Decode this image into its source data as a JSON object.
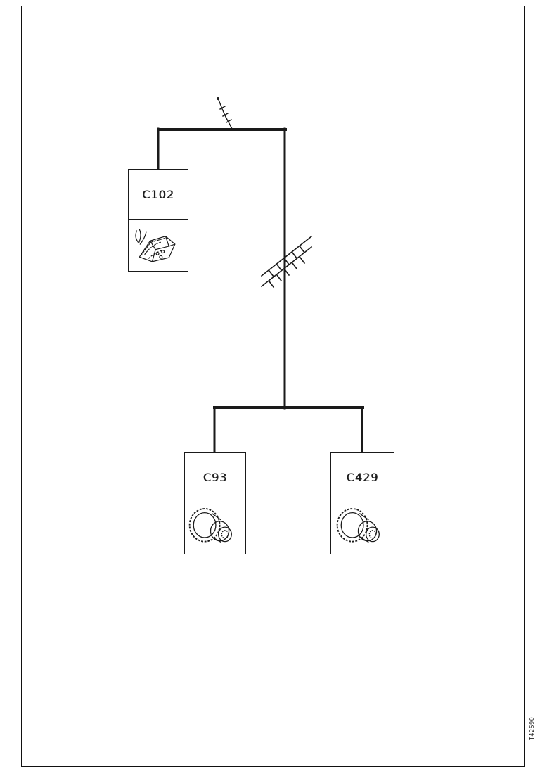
{
  "page": {
    "background": "#ffffff",
    "ink_color": "#1a1a1a",
    "doc_number": "T42590"
  },
  "diagram": {
    "type": "wiring-harness-connector-location-diagram",
    "connectors": [
      {
        "id": "C102",
        "illustration": "angled-multi-pin-connector-sketch"
      },
      {
        "id": "C93",
        "illustration": "round-barrel-connector-sketch"
      },
      {
        "id": "C429",
        "illustration": "round-barrel-connector-sketch"
      }
    ],
    "symbols": [
      "harness-continuation-squiggle",
      "harness-break-double-slash"
    ]
  }
}
